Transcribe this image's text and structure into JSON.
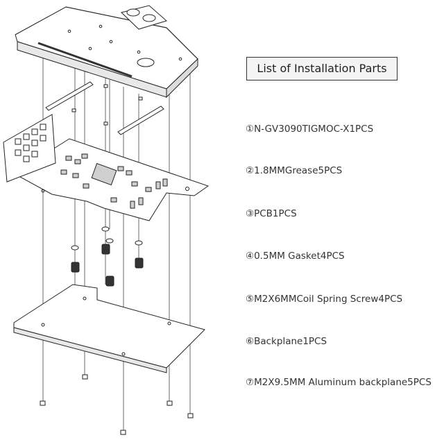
{
  "title": "List of Installation Parts",
  "parts": [
    "①N-GV3090TIGMOC-X1PCS",
    "②1.8MMGrease5PCS",
    "③PCB1PCS",
    "④0.5MM Gasket4PCS",
    "⑤M2X6MMCoil Spring Screw4PCS",
    "⑥Backplane1PCS",
    "⑦M2X9.5MM Aluminum backplane5PCS"
  ],
  "colors": {
    "line": "#222222",
    "fill": "#ffffff",
    "shade": "#cfcfcf"
  }
}
